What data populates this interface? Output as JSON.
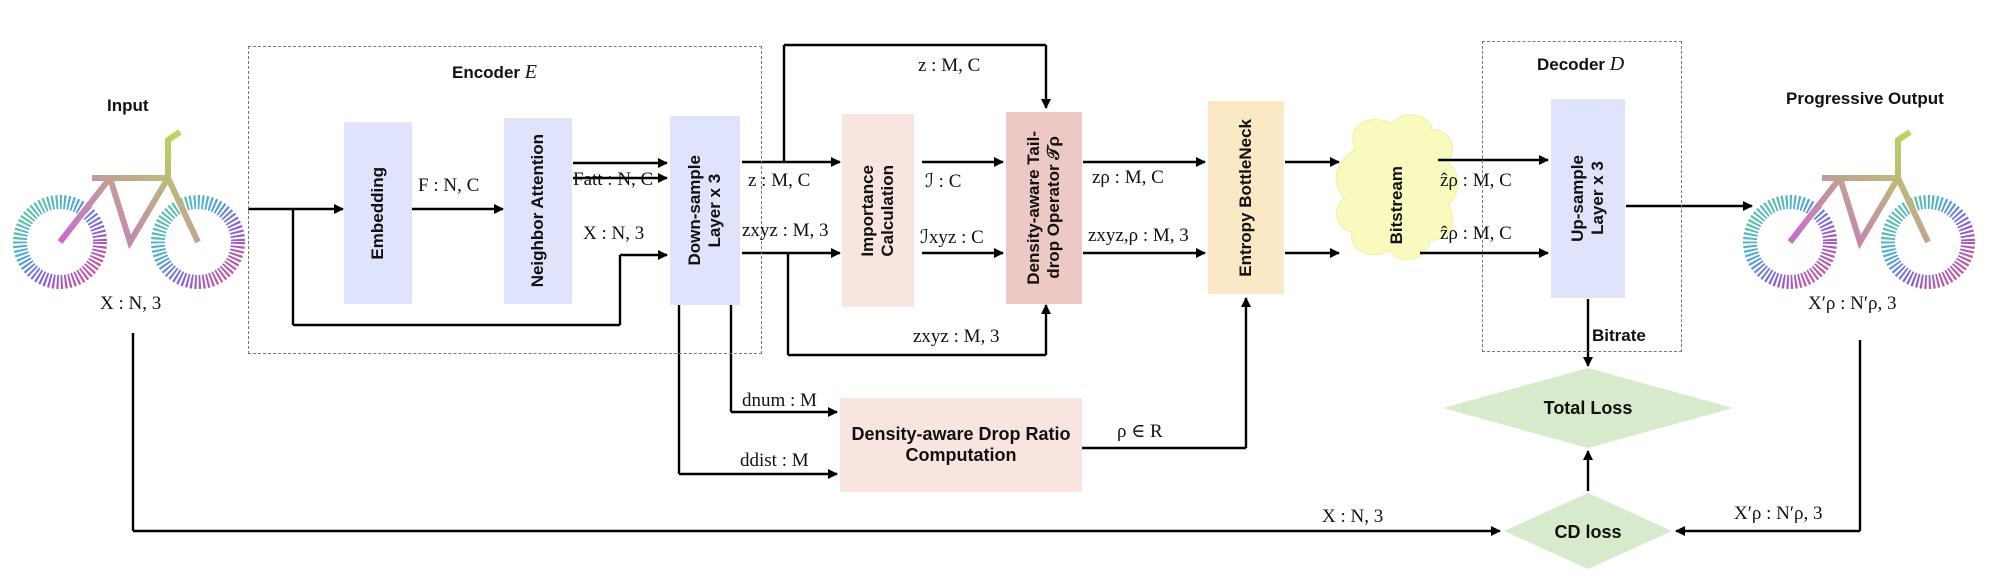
{
  "colors": {
    "blue_block": "#dfe3fb",
    "pink_block": "#f9e5e0",
    "rose_block": "#edc9c6",
    "yellow_block": "#fbe8c4",
    "bitstream_cloud": "#fafabf",
    "loss_diamond": "#d8eacc",
    "arrow": "#000000",
    "dashed_box": "#777777"
  },
  "labels": {
    "input": "Input",
    "output": "Progressive Output",
    "encoder": "Encoder",
    "encoder_symbol": "E",
    "decoder": "Decoder",
    "decoder_symbol": "D",
    "x_input": "X : N, 3",
    "x_output": "X′ρ : N′ρ, 3"
  },
  "blocks": {
    "embedding": "Embedding",
    "neighbor_attention": "Neighbor Attention",
    "downsample": "Down-sample\nLayer x 3",
    "importance": "Importance\nCalculation",
    "taildrop": "Density-aware Tail-\ndrop Operator 𝒯ρ",
    "entropy": "Entropy BottleNeck",
    "bitstream": "Bitstream",
    "upsample": "Up-sample\nLayer x 3",
    "drop_ratio": "Density-aware Drop Ratio\nComputation",
    "total_loss": "Total Loss",
    "cd_loss": "CD loss",
    "bitrate": "Bitrate"
  },
  "edges": {
    "f": "F : N, C",
    "f_att": "Fatt : N, C",
    "x_n3": "X : N, 3",
    "z_top": "z : M, C",
    "z_mc": "z : M, C",
    "z_xyz": "zxyz : M, 3",
    "z_xyz_bottom": "zxyz : M, 3",
    "i_c": "ℐ : C",
    "i_xyz": "ℐxyz : C",
    "z_rho": "zρ : M, C",
    "z_xyz_rho": "zxyz,ρ : M, 3",
    "zhat_1": "ẑρ : M, C",
    "zhat_2": "ẑρ : M, C",
    "d_num": "dnum : M",
    "d_dist": "ddist : M",
    "rho": "ρ ∈ R",
    "x_cd": "X : N, 3",
    "x_prime_cd": "X′ρ : N′ρ, 3"
  }
}
